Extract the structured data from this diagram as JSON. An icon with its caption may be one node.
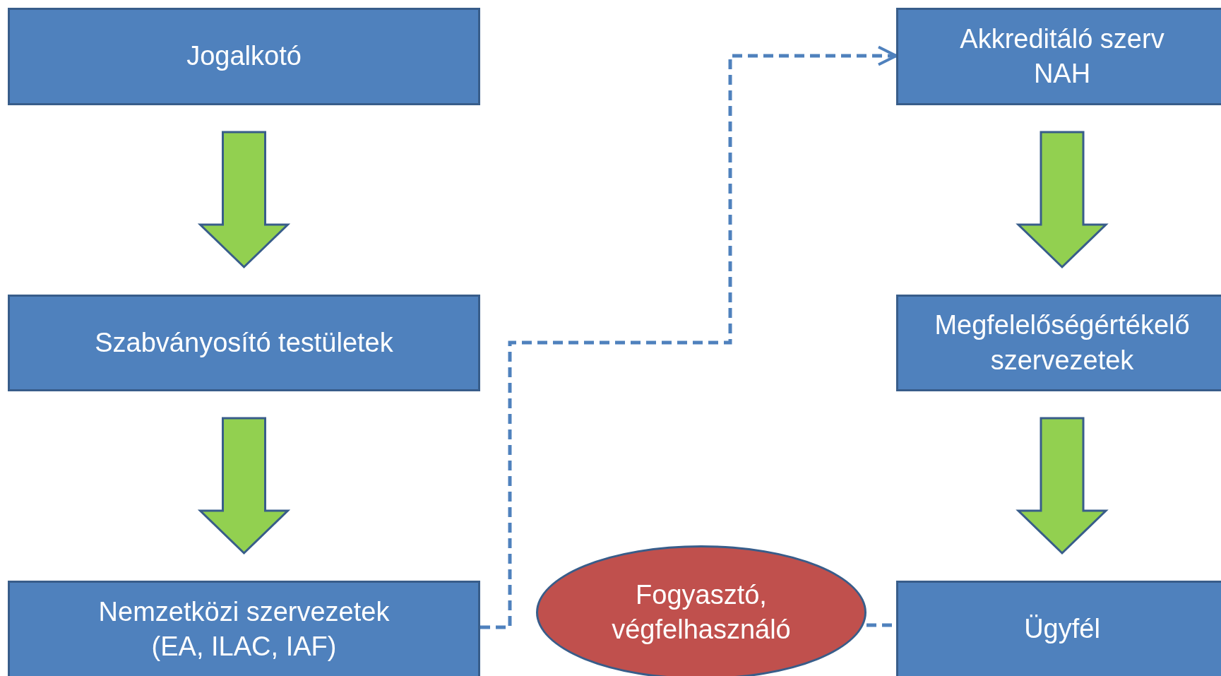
{
  "diagram": {
    "nodes": [
      {
        "text": [
          "Jogalkotó"
        ]
      },
      {
        "text": [
          "Szabványosító testületek"
        ]
      },
      {
        "text": [
          "Nemzetközi szervezetek (EA, ILAC, IAF)"
        ]
      },
      {
        "text": [
          "Akkreditáló szerv NAH"
        ]
      },
      {
        "text": [
          "Megfelelőségértékelő szervezetek"
        ]
      },
      {
        "text": [
          "Fogyasztó, végfelhasználó"
        ]
      },
      {
        "text": [
          "Ügyfél"
        ]
      }
    ],
    "edges": [
      {
        "from": 0,
        "to": 1,
        "arrow": "to"
      },
      {
        "from": 1,
        "to": 2,
        "arrow": "to"
      },
      {
        "from": 3,
        "to": 4,
        "arrow": "to"
      },
      {
        "from": 4,
        "to": 6,
        "arrow": "to"
      },
      {
        "from": 2,
        "to": 3,
        "arrow": "to",
        "style": "dashed",
        "color": "#4f81bd"
      },
      {
        "from": 5,
        "to": 6,
        "arrow": "none",
        "style": "dashed",
        "color": "#4f81bd"
      }
    ]
  }
}
